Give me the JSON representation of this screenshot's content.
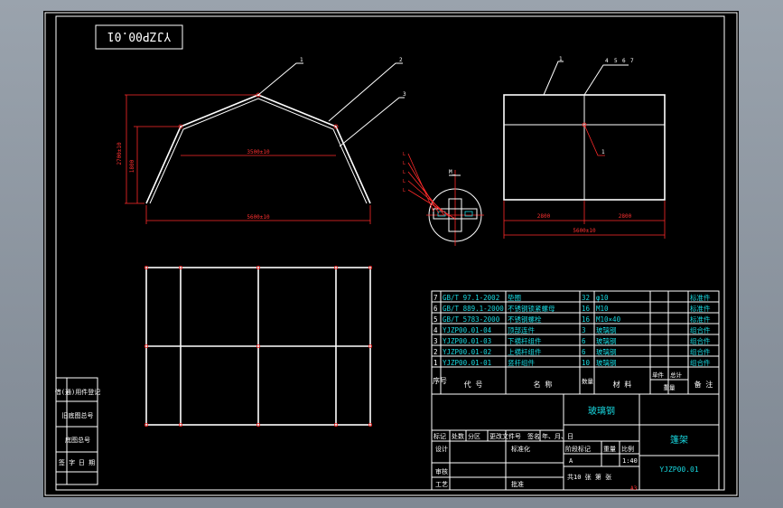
{
  "drawing_number_rotated": "YJZP00.01",
  "elevation_view": {
    "callouts": [
      "1",
      "2",
      "3"
    ],
    "dim_total_height": "2700±10",
    "dim_side_height": "1800",
    "dim_top_width": "3500±10",
    "dim_base_width": "5600±10"
  },
  "plan_view": {
    "callouts": [
      "1",
      "4",
      "5",
      "6",
      "7",
      "1"
    ],
    "dim_left": "2800",
    "dim_right": "2800",
    "dim_total": "5600±10"
  },
  "parts_list": {
    "rows": [
      {
        "no": "7",
        "code": "GB/T 97.1-2002",
        "name": "垫圈",
        "qty": "32",
        "material": "φ10",
        "note": "标准件"
      },
      {
        "no": "6",
        "code": "GB/T 889.1-2000",
        "name": "不锈钢锁紧螺母",
        "qty": "16",
        "material": "M10",
        "note": "标准件"
      },
      {
        "no": "5",
        "code": "GB/T 5783-2000",
        "name": "不锈钢螺栓",
        "qty": "16",
        "material": "M10×40",
        "note": "标准件"
      },
      {
        "no": "4",
        "code": "YJZP00.01-04",
        "name": "顶部连件",
        "qty": "3",
        "material": "玻璃钢",
        "note": "组合件"
      },
      {
        "no": "3",
        "code": "YJZP00.01-03",
        "name": "下横杆组件",
        "qty": "6",
        "material": "玻璃钢",
        "note": "组合件"
      },
      {
        "no": "2",
        "code": "YJZP00.01-02",
        "name": "上横杆组件",
        "qty": "6",
        "material": "玻璃钢",
        "note": "组合件"
      },
      {
        "no": "1",
        "code": "YJZP00.01-01",
        "name": "竖杆组件",
        "qty": "10",
        "material": "玻璃钢",
        "note": "组合件"
      }
    ],
    "headers": {
      "no": "序号",
      "code": "代 号",
      "name": "名 称",
      "qty": "数量",
      "material": "材 料",
      "single": "单件",
      "total": "总计",
      "weight": "重量",
      "note": "备 注"
    }
  },
  "title_block": {
    "material": "玻璃钢",
    "title": "篷架",
    "drawing_no": "YJZP00.01",
    "row_labels": [
      "标记",
      "处数",
      "分区",
      "更改文件号",
      "签名",
      "年、月、日"
    ],
    "design": "设计",
    "standardize": "标准化",
    "stage_mark": "阶段标记",
    "weight": "重量",
    "scale": "比例",
    "stage_a": "A",
    "scale_value": "1:40",
    "review": "审核",
    "process": "工艺",
    "approve": "批准",
    "sheets": "共10 张 第 张",
    "format": "A3"
  },
  "side_boxes": [
    "借(通)用件登记",
    "旧底图总号",
    "底图总号",
    "签 字",
    "日 期"
  ]
}
